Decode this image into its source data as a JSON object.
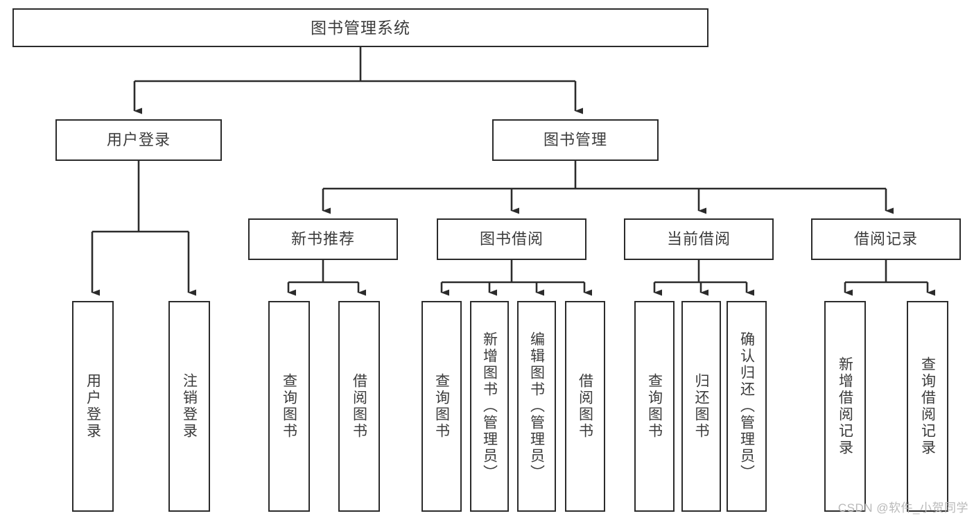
{
  "diagram": {
    "title": "图书管理系统",
    "watermark": "CSDN @软件_小贺同学",
    "colors": {
      "box_border": "#2b2b2b",
      "connector": "#2b2b2b",
      "text": "#3b3b3b",
      "background": "#ffffff",
      "watermark": "#b9b9b9"
    },
    "nodes": {
      "root": {
        "label": "图书管理系统"
      },
      "level2": [
        {
          "label": "用户登录"
        },
        {
          "label": "图书管理"
        }
      ],
      "level3": [
        {
          "label": "新书推荐"
        },
        {
          "label": "图书借阅"
        },
        {
          "label": "当前借阅"
        },
        {
          "label": "借阅记录"
        }
      ],
      "leaves": [
        {
          "label": "用户登录"
        },
        {
          "label": "注销登录"
        },
        {
          "label": "查询图书"
        },
        {
          "label": "借阅图书"
        },
        {
          "label": "查询图书"
        },
        {
          "label": "新增图书（管理员）"
        },
        {
          "label": "编辑图书（管理员）"
        },
        {
          "label": "借阅图书"
        },
        {
          "label": "查询图书"
        },
        {
          "label": "归还图书"
        },
        {
          "label": "确认归还（管理员）"
        },
        {
          "label": "新增借阅记录"
        },
        {
          "label": "查询借阅记录"
        }
      ]
    }
  }
}
